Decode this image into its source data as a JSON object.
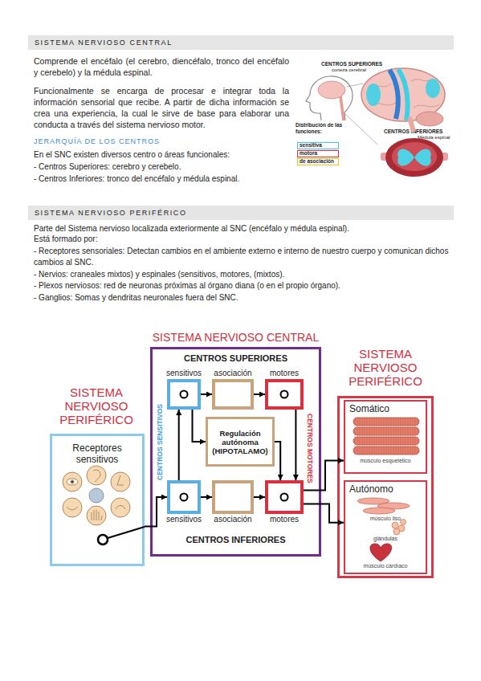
{
  "diagram": {
    "nodes": [
      {
        "text": [
          "SISTEMA NERVIOSO CENTRAL"
        ]
      },
      {
        "text": [
          "SISTEMA NERVIOSO PERIFÉRICO"
        ]
      },
      {
        "text": [
          "SISTEMA NERVIOSO PERIFÉRICO",
          "Receptores sensitivos"
        ]
      },
      {
        "text": [
          "SISTEMA NERVIOSO CENTRAL",
          "CENTROS SUPERIORES",
          "CENTROS SENSITIVOS",
          "CENTROS MOTORES",
          "CENTROS INFERIORES"
        ]
      },
      {
        "text": [
          "sensitivos"
        ],
        "in": 3
      },
      {
        "text": [
          "asociación"
        ],
        "in": 3
      },
      {
        "text": [
          "motores"
        ],
        "in": 3
      },
      {
        "text": [
          "Regulación autónoma (HIPOTALAMO)"
        ],
        "in": 3
      },
      {
        "text": [
          "sensitivos"
        ],
        "in": 3
      },
      {
        "text": [
          "asociación"
        ],
        "in": 3
      },
      {
        "text": [
          "motores"
        ],
        "in": 3
      },
      {
        "text": [
          "SISTEMA NERVIOSO PERIFÉRICO"
        ]
      },
      {
        "text": [
          "Somático",
          "músculo esquelético"
        ],
        "in": 11
      },
      {
        "text": [
          "Autónomo",
          "músculo liso",
          "glándulas",
          "músculo cardíaco"
        ],
        "in": 11
      }
    ],
    "edges": [
      {
        "from": 2,
        "to": 8,
        "arrow": "to"
      },
      {
        "from": 8,
        "to": 4,
        "arrow": "to"
      },
      {
        "from": 4,
        "to": 5,
        "arrow": "to"
      },
      {
        "from": 5,
        "to": 6,
        "arrow": "to"
      },
      {
        "from": 6,
        "to": 10,
        "arrow": "to"
      },
      {
        "from": 8,
        "to": 9,
        "arrow": "to"
      },
      {
        "from": 9,
        "to": 10,
        "arrow": "to"
      },
      {
        "from": 4,
        "to": 7,
        "arrow": "to"
      },
      {
        "from": 7,
        "to": 10,
        "arrow": "to"
      },
      {
        "from": 10,
        "to": 12,
        "arrow": "to"
      },
      {
        "from": 10,
        "to": 13,
        "arrow": "to"
      }
    ],
    "labels": [
      "Comprende el encéfalo (el cerebro, diencéfalo, tronco del encéfalo y cerebelo) y la médula espinal.",
      "Funcionalmente se encarga de procesar e integrar toda la información sensorial que recibe. A partir de dicha información se crea una experiencia, la cual le sirve de base para elaborar una conducta a través del sistema nervioso motor.",
      "JERARQUÍA DE LOS CENTROS",
      "En el SNC existen diversos centro o áreas funcionales:",
      "- Centros Superiores: cerebro y cerebelo.",
      "- Centros Inferiores: tronco del encéfalo y médula espinal.",
      "CENTROS SUPERIORES",
      "corteza cerebral",
      "Distribución de las funciones:",
      "CENTROS INFERIORES",
      "Médula espinal",
      "Parte del Sistema nervioso localizada exteriormente al SNC (encéfalo y médula espinal).",
      "Está formado por:",
      "- Receptores sensoriales: Detectan cambios en el ambiente externo e interno de nuestro cuerpo y comunican dichos cambios al SNC.",
      "- Nervios: craneales mixtos) y espinales (sensitivos, motores, (mixtos).",
      "- Plexos nerviosos: red de neuronas próximas al órgano diana (o en el propio órgano).",
      "- Ganglios: Somas y dendritas neuronales fuera del SNC."
    ],
    "legend": [
      {
        "text": "sensitiva",
        "color": "#3fc8e4"
      },
      {
        "text": "motora",
        "color": "#e0303c"
      },
      {
        "text": "de asociación",
        "color": "#f0c419"
      }
    ]
  }
}
